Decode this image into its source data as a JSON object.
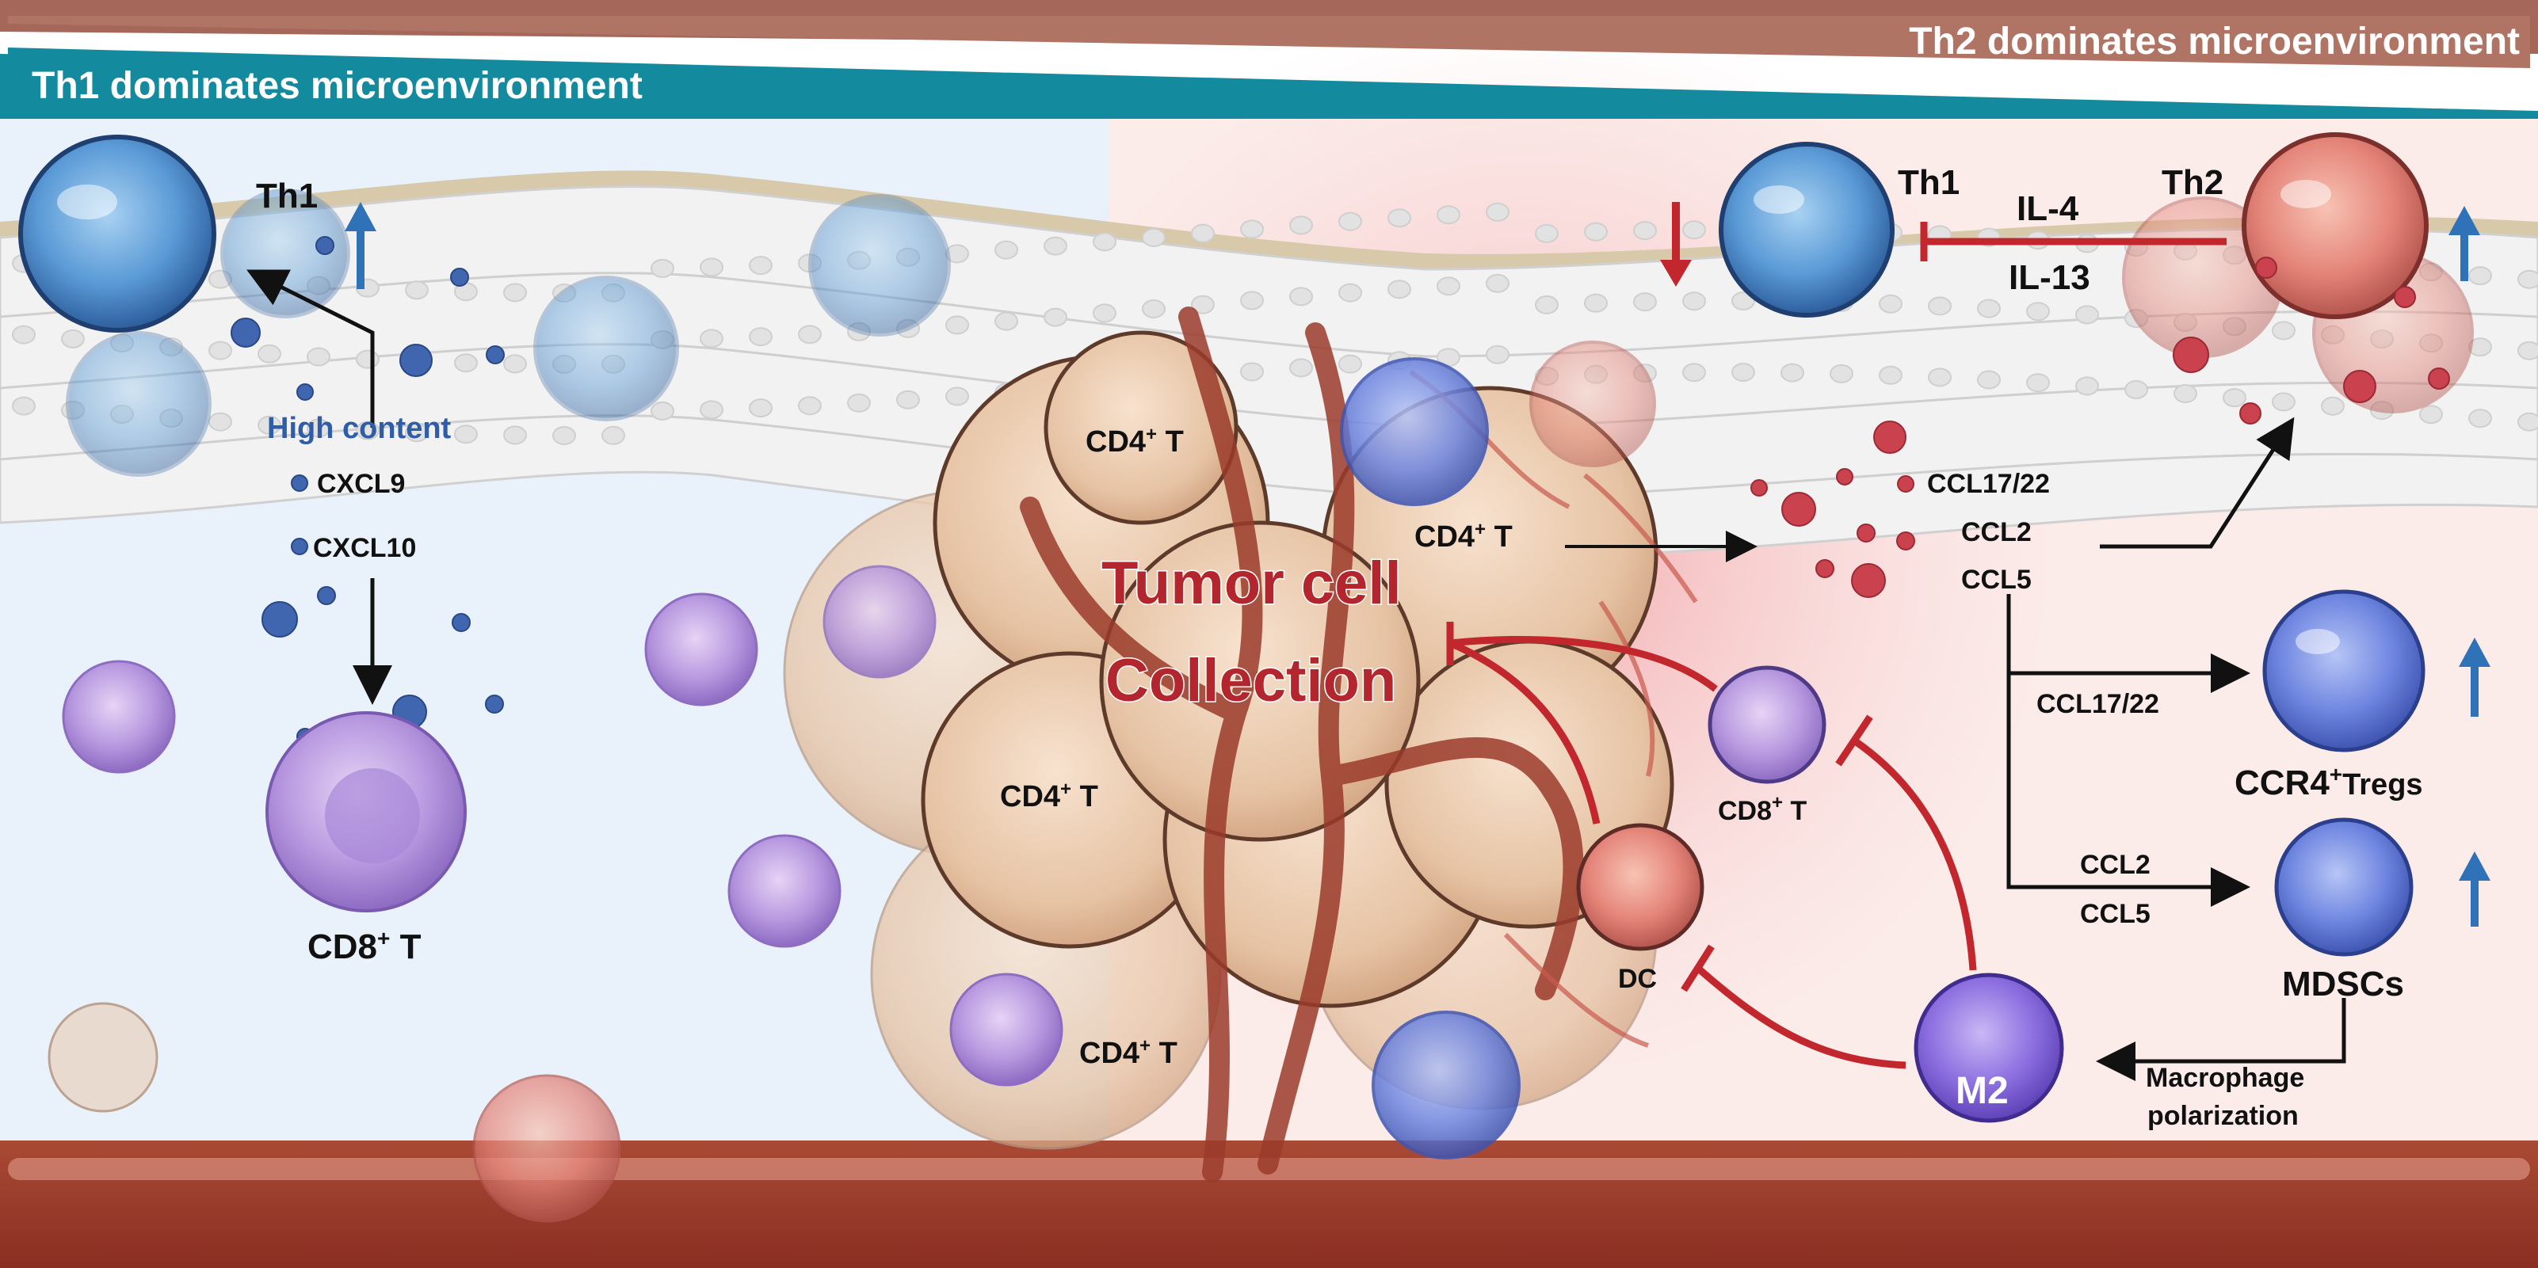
{
  "banners": {
    "th2": "Th2 dominates microenvironment",
    "th1": "Th1 dominates microenvironment"
  },
  "center": {
    "line1": "Tumor cell",
    "line2": "Collection"
  },
  "labels": {
    "cd4_t": "CD4",
    "cd4_sup": "+",
    "cd4_t_suffix": " T",
    "cd8_t": "CD8",
    "cd8_sup": "+",
    "cd8_t_suffix": " T",
    "th1_left": "Th1",
    "th1_right": "Th1",
    "th2": "Th2",
    "high_content": "High content",
    "cxcl9": "CXCL9",
    "cxcl10": "CXCL10",
    "il4": "IL-4",
    "il13": "IL-13",
    "ccl17_22": "CCL17/22",
    "ccl2": "CCL2",
    "ccl5": "CCL5",
    "ccl17_22_b": "CCL17/22",
    "ccl2_b": "CCL2",
    "ccl5_b": "CCL5",
    "ccr4": "CCR4",
    "ccr4_sup": "+",
    "tregs": "Tregs",
    "mdscs": "MDSCs",
    "dc": "DC",
    "m2": "M2",
    "macrophage_1": "Macrophage",
    "macrophage_2": "polarization"
  },
  "colors": {
    "th1_banner": "#138a9e",
    "th2_banner": "#a5675a",
    "inhibit_red": "#c1272d",
    "up_arrow_blue": "#2f72b8",
    "down_arrow_red": "#c1272d",
    "tumor_cell": "#e8c7ab",
    "blood_vessel": "#9b3b2b"
  },
  "icons": {
    "up_arrows": "arrow-up-icon",
    "down_arrow": "arrow-down-icon",
    "inhibition": "inhibition-bar-icon"
  }
}
